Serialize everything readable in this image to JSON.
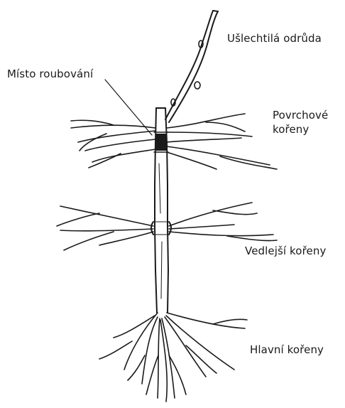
{
  "labels": {
    "scion": "Ušlechtilá odrůda",
    "graft_site": "Místo roubování",
    "surface_roots_line1": "Povrchové",
    "surface_roots_line2": "kořeny",
    "lateral_roots": "Vedlejší kořeny",
    "main_roots": "Hlavní kořeny"
  }
}
